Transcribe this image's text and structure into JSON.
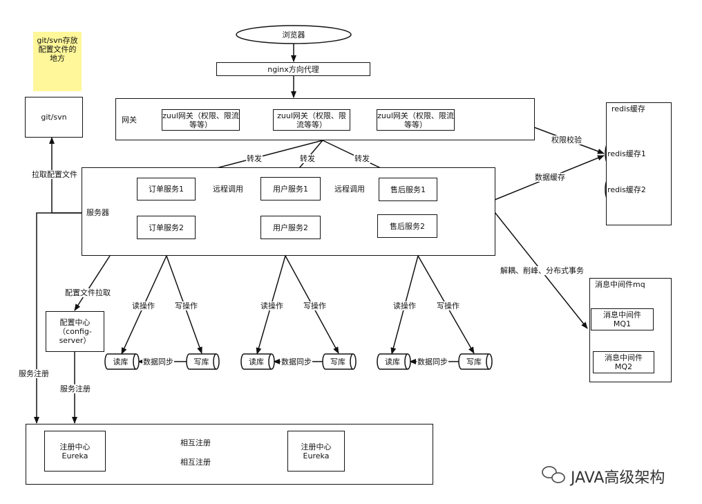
{
  "note": {
    "text": "git/svn存放配置文件的地方"
  },
  "browser": {
    "label": "浏览器"
  },
  "nginx": {
    "label": "nginx方向代理"
  },
  "gateway": {
    "label": "网关",
    "items": [
      "zuul网关（权限、限流等等）",
      "zuul网关（权限、限流等等）",
      "zuul网关（权限、限流等等）"
    ]
  },
  "redis": {
    "title": "redis缓存",
    "items": [
      "redis缓存1",
      "redis缓存2"
    ]
  },
  "gitsvn": {
    "label": "git/svn"
  },
  "server": {
    "label": "服务器",
    "services_row1": [
      "订单服务1",
      "用户服务1",
      "售后服务1"
    ],
    "services_row2": [
      "订单服务2",
      "用户服务2",
      "售后服务2"
    ]
  },
  "edges": {
    "forward": "转发",
    "remote_call": "远程调用",
    "auth_check": "权限校验",
    "data_cache": "数据缓存",
    "pull_config_file": "拉取配置文件",
    "config_pull": "配置文件拉取",
    "read_op": "读操作",
    "write_op": "写操作",
    "data_sync": "数据同步",
    "decouple": "解耦、削峰、分布式事务",
    "service_register": "服务注册",
    "mutual_register": "相互注册"
  },
  "db": {
    "read": "读库",
    "write": "写库"
  },
  "mq": {
    "title": "消息中间件mq",
    "items": [
      "消息中间件MQ1",
      "消息中间件MQ2"
    ]
  },
  "config_center": {
    "label": "配置中心（config-server）"
  },
  "eureka": {
    "label": "注册中心Eureka"
  },
  "watermark": {
    "text": "JAVA高级架构"
  }
}
